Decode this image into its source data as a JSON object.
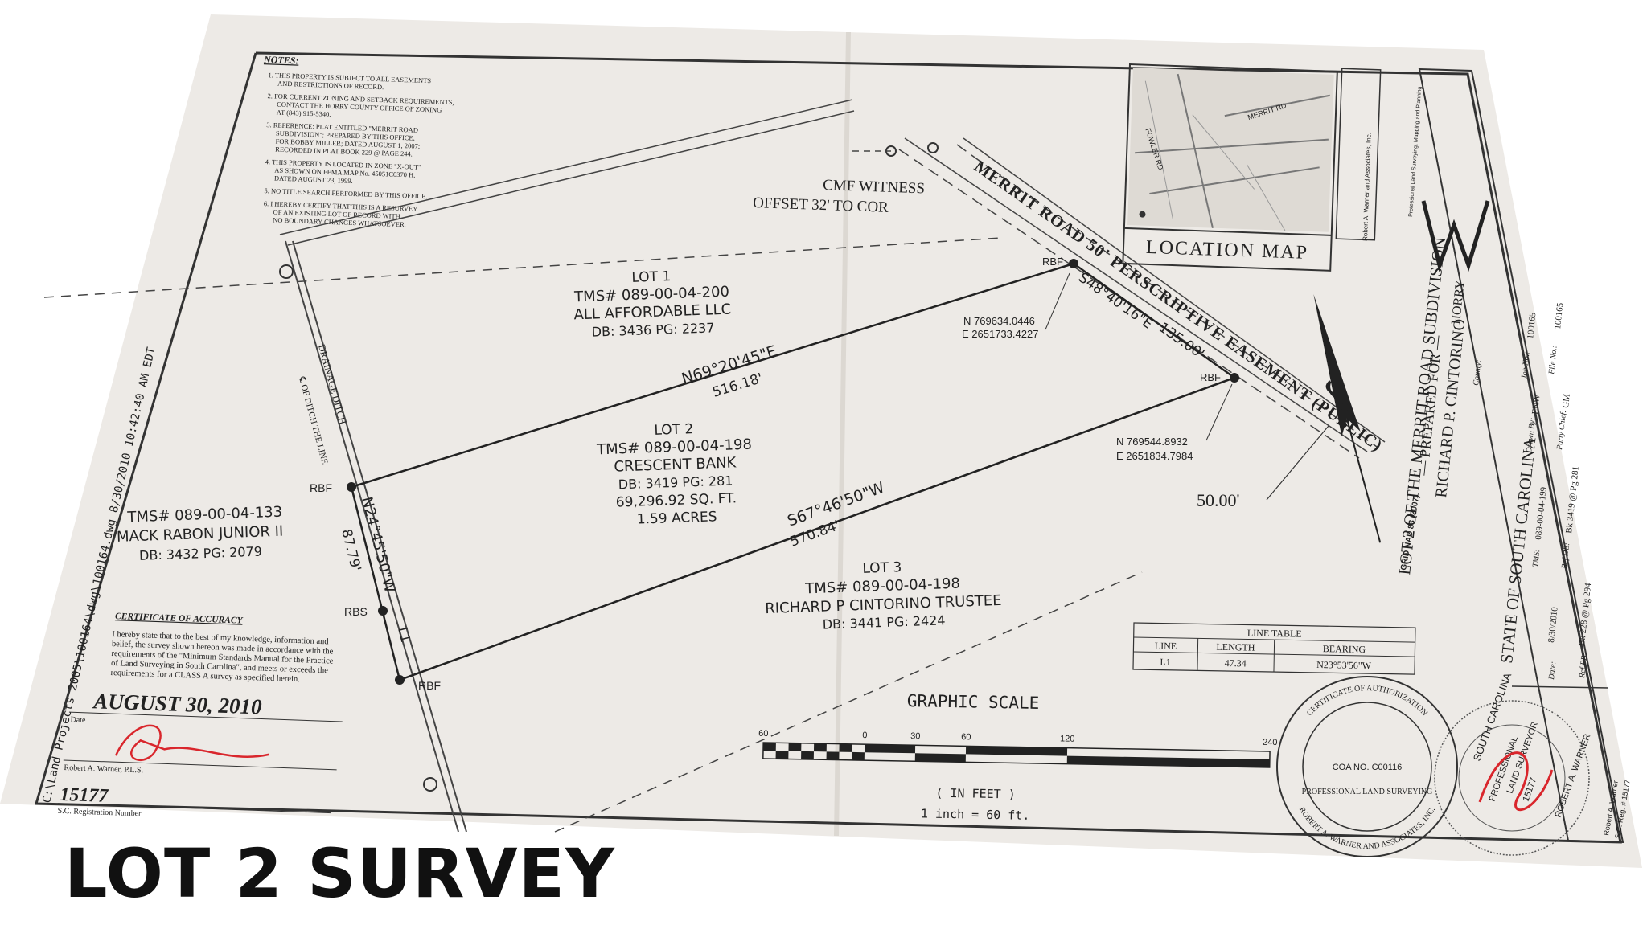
{
  "headline": "LOT 2 SURVEY",
  "notes": {
    "title": "NOTES:",
    "items": [
      "1. THIS PROPERTY IS SUBJECT TO ALL EASEMENTS",
      "AND RESTRICTIONS OF RECORD.",
      "2. FOR CURRENT ZONING AND SETBACK REQUIREMENTS,",
      "CONTACT THE HORRY COUNTY OFFICE OF ZONING",
      "AT (843) 915-5340.",
      "3. REFERENCE: PLAT ENTITLED \"MERRIT ROAD",
      "SUBDIVISION\"; PREPARED BY THIS OFFICE,",
      "FOR BOBBY MILLER; DATED AUGUST 1, 2007;",
      "RECORDED IN PLAT BOOK 229 @ PAGE 244.",
      "4. THIS PROPERTY IS LOCATED IN ZONE \"X-OUT\"",
      "AS SHOWN ON FEMA MAP No. 45051C0370 H,",
      "DATED AUGUST 23, 1999.",
      "5. NO TITLE SEARCH PERFORMED BY THIS OFFICE.",
      "6. I HEREBY CERTIFY THAT THIS IS A RESURVEY",
      "OF AN EXISTING LOT OF RECORD WITH",
      "NO BOUNDARY CHANGES WHATSOEVER."
    ]
  },
  "file_path": "C:\\Land Projects 2005\\100164\\dwg\\100164.dwg   8/30/2010   10:42:40 AM EDT",
  "cmf": {
    "line1": "CMF WITNESS",
    "line2": "OFFSET 32' TO COR"
  },
  "road_label": "MERRIT ROAD 50' PERSCRIPTIVE EASEMENT (PUBLIC)",
  "lot1": {
    "name": "LOT 1",
    "tms": "TMS# 089-00-04-200",
    "owner": "ALL AFFORDABLE LLC",
    "db": "DB: 3436 PG: 2237"
  },
  "lot2": {
    "name": "LOT 2",
    "tms": "TMS# 089-00-04-198",
    "owner": "CRESCENT BANK",
    "db": "DB: 3419 PG: 281",
    "area_sqft": "69,296.92 SQ. FT.",
    "area_acres": "1.59 ACRES"
  },
  "lot3": {
    "name": "LOT 3",
    "tms": "TMS# 089-00-04-198",
    "owner": "RICHARD P CINTORINO TRUSTEE",
    "db": "DB: 3441 PG: 2424"
  },
  "west": {
    "tms": "TMS# 089-00-04-133",
    "owner": "MACK RABON JUNIOR II",
    "db": "DB: 3432 PG: 2079"
  },
  "bearings": {
    "north_line": "N69°20'45\"E",
    "north_len": "516.18'",
    "south_line": "S67°46'50\"W",
    "south_len": "570.84'",
    "west_line": "N24°45'50\"W",
    "west_len": "87.79'",
    "east_line": "S48°40'16\"E",
    "east_len": "135.00'",
    "l1": "L1"
  },
  "ditch": {
    "line1": "DRAINAGE DITCH",
    "line2": "℄ OF DITCH THE LINE"
  },
  "markers": {
    "rbf": "RBF",
    "rbs": "RBS"
  },
  "coords": {
    "pt1_n": "N 769634.0446",
    "pt1_e": "E 2651733.4227",
    "pt2_n": "N 769544.8932",
    "pt2_e": "E 2651834.7984"
  },
  "road_width": "50.00'",
  "grid_note": "GRID NAD 83 (2007)",
  "line_table": {
    "title": "LINE TABLE",
    "headers": [
      "LINE",
      "LENGTH",
      "BEARING"
    ],
    "rows": [
      [
        "L1",
        "47.34",
        "N23°53'56\"W"
      ]
    ]
  },
  "scale": {
    "title": "GRAPHIC SCALE",
    "ticks": [
      "60",
      "0",
      "30",
      "60",
      "120",
      "240"
    ],
    "units": "( IN FEET )",
    "ratio": "1 inch = 60   ft."
  },
  "location_map": {
    "title": "LOCATION MAP",
    "road1": "MERRIT RD",
    "road2": "FOWLER RD"
  },
  "certificate": {
    "title": "CERTIFICATE OF ACCURACY",
    "lines": [
      "I hereby state that to the best of my knowledge, information and",
      "belief, the survey shown hereon was made in accordance with the",
      "requirements of the \"Minimum Standards Manual for the Practice",
      "of Land Surveying in South Carolina\", and meets or exceeds the",
      "requirements for a CLASS A survey as specified herein."
    ],
    "date": "AUGUST 30, 2010",
    "date_label": "Date",
    "name": "Robert A. Warner, P.L.S.",
    "reg": "15177",
    "reg_label": "S.C. Registration Number"
  },
  "title_block": {
    "project": "LOT 2 OF THE MERRIT ROAD SUBDIVISION",
    "prepared": "— PREPARED FOR —",
    "client": "RICHARD P. CINTORINO",
    "state": "STATE OF SOUTH CAROLINA",
    "county_label": "County:",
    "county": "HORRY",
    "job_label": "Job No.:",
    "job": "100165",
    "file_label": "File No.:",
    "file": "100165",
    "drawn_label": "Drawn By:",
    "drawn": "ENW",
    "chief_label": "Party Chief:",
    "chief": "GM",
    "tms_label": "TMS:",
    "tms": "089-00-04-199",
    "refdb_label": "Ref DB:",
    "refdb": "Bk 3419 @ Pg 281",
    "date_label": "Date:",
    "date": "8/30/2010",
    "refpb_label": "Ref PB:",
    "refpb": "Bk 228 @ Pg 294",
    "firm": "Robert A. Warner and Associates, Inc.",
    "firm_sub": "Professional Land Surveying, Mapping and Planning"
  },
  "seal": {
    "outer_top": "CERTIFICATE OF AUTHORIZATION",
    "outer_bottom": "ROBERT A. WARNER AND ASSOCIATES, INC.",
    "inner": "PROFESSIONAL LAND SURVEYING",
    "coa": "COA NO. C00116"
  },
  "seal2": {
    "line1": "SOUTH CAROLINA",
    "line2": "PROFESSIONAL",
    "line3": "LAND SURVEYOR",
    "line4": "ROBERT A. WARNER",
    "num": "15177"
  },
  "signer_box": {
    "name": "Robert A. Warner",
    "reg": "S.C. Reg. # 15177"
  },
  "colors": {
    "paper": "#edeae6",
    "ink": "#222222",
    "signature": "#d9262c"
  }
}
